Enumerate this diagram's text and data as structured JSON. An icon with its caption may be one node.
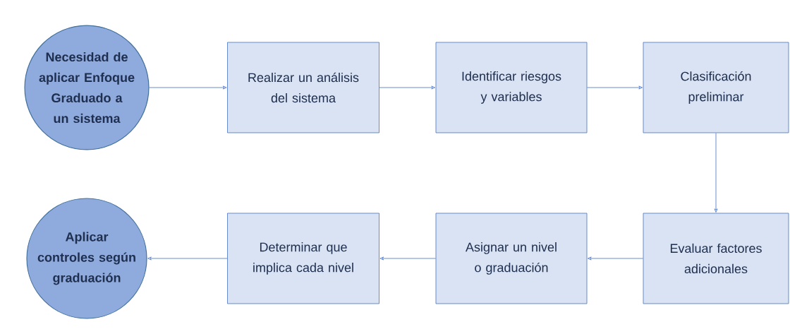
{
  "diagram": {
    "nodes": [
      {
        "text": [
          "Necesidad de aplicar Enfoque Graduado a un sistema"
        ]
      },
      {
        "text": [
          "Realizar un análisis del sistema"
        ]
      },
      {
        "text": [
          "Identificar riesgos y variables"
        ]
      },
      {
        "text": [
          "Clasificación preliminar"
        ]
      },
      {
        "text": [
          "Aplicar controles según graduación"
        ]
      },
      {
        "text": [
          "Determinar que implica cada nivel"
        ]
      },
      {
        "text": [
          "Asignar un nivel o graduación"
        ]
      },
      {
        "text": [
          "Evaluar factores adicionales"
        ]
      }
    ],
    "edges": [
      {
        "from": 0,
        "to": 1,
        "arrow": "to"
      },
      {
        "from": 1,
        "to": 2,
        "arrow": "to"
      },
      {
        "from": 2,
        "to": 3,
        "arrow": "to"
      },
      {
        "from": 3,
        "to": 7,
        "arrow": "to"
      },
      {
        "from": 7,
        "to": 6,
        "arrow": "to"
      },
      {
        "from": 6,
        "to": 5,
        "arrow": "to"
      },
      {
        "from": 5,
        "to": 4,
        "arrow": "to"
      }
    ]
  }
}
